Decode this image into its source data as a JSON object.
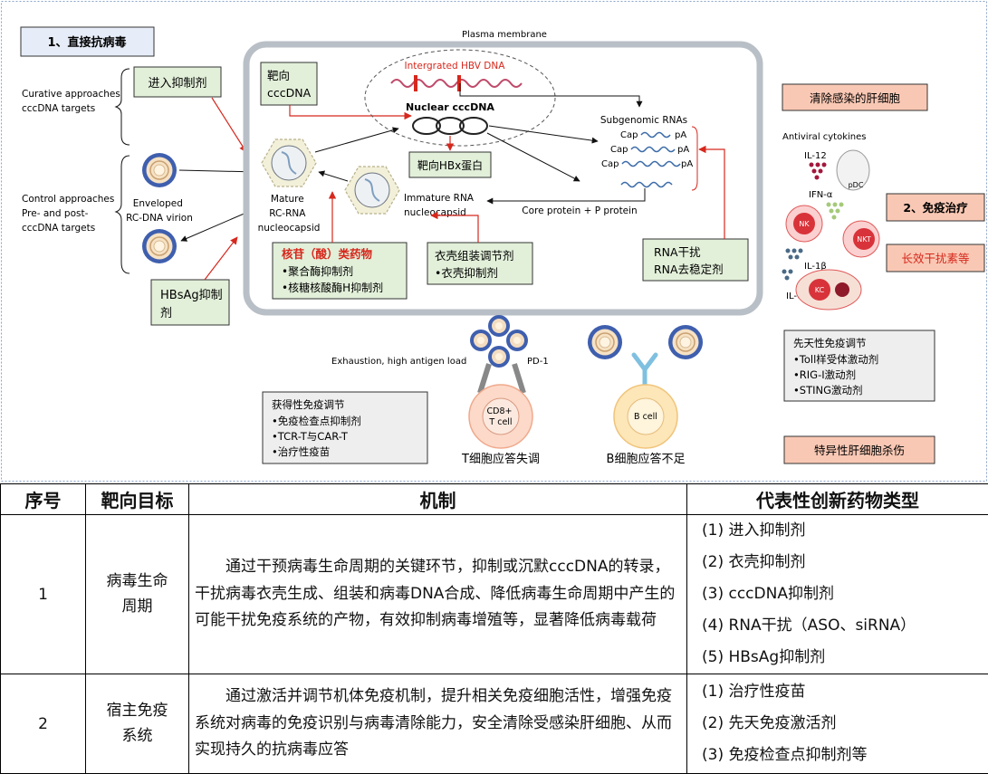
{
  "diagram": {
    "section1_label": "1、直接抗病毒",
    "plasma_membrane": "Plasma membrane",
    "curative_label": [
      "Curative approaches",
      "cccDNA targets"
    ],
    "control_label": [
      "Control approaches",
      "Pre- and post-",
      "cccDNA targets"
    ],
    "entry_inhibitor": "进入抑制剂",
    "target_cccdna": [
      "靶向",
      "cccDNA"
    ],
    "integrated_hbv": "Intergrated HBV DNA",
    "nuclear_cccdna": "Nuclear cccDNA",
    "target_hbx": "靶向HBx蛋白",
    "subgenomic": "Subgenomic RNAs",
    "cap": "Cap",
    "pa": "pA",
    "enveloped_virion": [
      "Enveloped",
      "RC-DNA virion"
    ],
    "mature_nc": [
      "Mature",
      "RC-RNA",
      "nucleocapsid"
    ],
    "immature_nc": [
      "Immature RNA",
      "nucleocapsid"
    ],
    "core_protein": "Core protein + P protein",
    "nuc_title": "核苷（酸）类药物",
    "nuc_items": [
      "•聚合酶抑制剂",
      "•核糖核酸酶H抑制剂"
    ],
    "capsid_box": [
      "衣壳组装调节剂",
      "•衣壳抑制剂"
    ],
    "rnai_box": [
      "RNA干扰",
      "RNA去稳定剂"
    ],
    "hbsag_box": [
      "HBsAg抑制",
      "剂"
    ],
    "clear_cells": "清除感染的肝细胞",
    "antiviral_cytokines": "Antiviral cytokines",
    "il12": "IL-12",
    "ifna": "IFN-α",
    "pdc": "pDC",
    "nk": "NK",
    "nkt": "NKT",
    "il1b": "IL-1β",
    "il6": "IL-6",
    "kc": "KC",
    "immune_therapy": "2、免疫治疗",
    "long_ifn": "长效干扰素等",
    "innate_box": [
      "先天性免疫调节",
      "•Toll样受体激动剂",
      "•RIG-I激动剂",
      "•STING激动剂"
    ],
    "specific_kill": "特异性肝细胞杀伤",
    "exhaustion": "Exhaustion, high antigen load",
    "pd1": "PD-1",
    "cd8": [
      "CD8+",
      "T cell"
    ],
    "bcell": "B cell",
    "acquired_box": [
      "获得性免疫调节",
      "•免疫检查点抑制剂",
      "•TCR-T与CAR-T",
      "•治疗性疫苗"
    ],
    "t_dysfunction": "T细胞应答失调",
    "b_insufficient": "B细胞应答不足"
  },
  "table": {
    "headers": [
      "序号",
      "靶向目标",
      "机制",
      "代表性创新药物类型"
    ],
    "rows": [
      {
        "no": "1",
        "target": [
          "病毒生命",
          "周期"
        ],
        "mechanism": "通过干预病毒生命周期的关键环节，抑制或沉默cccDNA的转录，干扰病毒衣壳生成、组装和病毒DNA合成、降低病毒生命周期中产生的可能干扰免疫系统的产物，有效抑制病毒增殖等，显著降低病毒载荷",
        "drugs": [
          "(1) 进入抑制剂",
          "(2) 衣壳抑制剂",
          "(3) cccDNA抑制剂",
          "(4) RNA干扰（ASO、siRNA）",
          "(5) HBsAg抑制剂"
        ]
      },
      {
        "no": "2",
        "target": [
          "宿主免疫",
          "系统"
        ],
        "mechanism": "通过激活并调节机体免疫机制，提升相关免疫细胞活性，增强免疫系统对病毒的免疫识别与病毒清除能力，安全清除受感染肝细胞、从而实现持久的抗病毒应答",
        "drugs": [
          "(1) 治疗性疫苗",
          "(2) 先天免疫激活剂",
          "(3) 免疫检查点抑制剂等"
        ]
      }
    ]
  },
  "colors": {
    "green_box": "#e2efd9",
    "salmon_box": "#f9c8b4",
    "gray_box": "#eeeeee",
    "blue_box": "#e7edf8",
    "red_arrow": "#d6281d",
    "membrane": "#b9bfc6",
    "virion_blue": "#3f5fae"
  }
}
